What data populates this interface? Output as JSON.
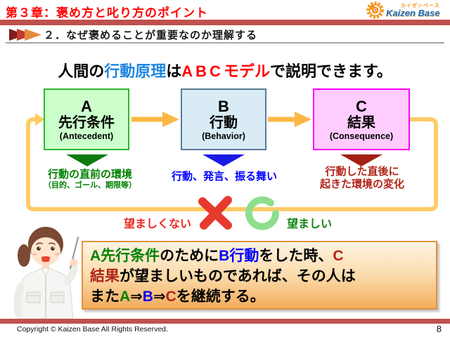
{
  "slide": {
    "header": {
      "chapter_title": "第３章：褒め方と叱り方のポイント",
      "section_title": "２．なぜ褒めることが重要なのか理解する",
      "bar_color": "#C0504D",
      "logo": {
        "kana": "カイゼンベース",
        "name": "Kaizen Base"
      }
    },
    "main_title_segments": [
      {
        "text": "人間の",
        "color": "#000000"
      },
      {
        "text": "行動原理",
        "color": "#1E86E0"
      },
      {
        "text": "は",
        "color": "#000000"
      },
      {
        "text": "ABC",
        "color": "#FF0000",
        "spacing": "4px"
      },
      {
        "text": "モデル",
        "color": "#FF0000"
      },
      {
        "text": "で説明できます。",
        "color": "#000000"
      }
    ],
    "diagram": {
      "loop_color": "#FFCC66",
      "arrow_color": "#FBB843",
      "boxes": [
        {
          "letter": "A",
          "label": "先行条件",
          "english": "(Antecedent)",
          "fill": "#CCFFCC",
          "border": "#2DB82D"
        },
        {
          "letter": "B",
          "label": "行動",
          "english": "(Behavior)",
          "fill": "#D9ECF5",
          "border": "#5B7B95"
        },
        {
          "letter": "C",
          "label": "結果",
          "english": "(Consequence)",
          "fill": "#FFCCFF",
          "border": "#FF00FF"
        }
      ],
      "notes": [
        {
          "line1": "行動の直前の環境",
          "line2": "（目的、ゴール、期限等）",
          "color": "#008000",
          "triangle": "#0E7C0E"
        },
        {
          "line1": "行動、発言、振る舞い",
          "color": "#0000FF",
          "triangle": "#1A1AE6"
        },
        {
          "line1": "行動した直後に",
          "line2": "起きた環境の変化",
          "color": "#B02418",
          "triangle": "#A51F14"
        }
      ],
      "undesirable_label": "望ましくない",
      "undesirable_color": "#E8281E",
      "desirable_label": "望ましい",
      "desirable_color": "#128412",
      "cross_color": "#E8392E",
      "circle_color": "#8FDE8F"
    },
    "summary_segments": [
      {
        "text": "A先行条件",
        "color": "#008000"
      },
      {
        "text": "のために",
        "color": "#000000"
      },
      {
        "text": "B行動",
        "color": "#0000FF"
      },
      {
        "text": "をした時、",
        "color": "#000000"
      },
      {
        "text": "C",
        "color": "#B02418",
        "br": true
      },
      {
        "text": "結果",
        "color": "#B02418"
      },
      {
        "text": "が望ましいものであれば、その人は",
        "color": "#000000",
        "br": true
      },
      {
        "text": "また",
        "color": "#000000"
      },
      {
        "text": "A",
        "color": "#008000"
      },
      {
        "text": "⇒",
        "color": "#000000"
      },
      {
        "text": "B",
        "color": "#0000FF"
      },
      {
        "text": "⇒",
        "color": "#000000"
      },
      {
        "text": "C",
        "color": "#B02418"
      },
      {
        "text": "を継続する。",
        "color": "#000000"
      }
    ],
    "footer": {
      "copyright": "Copyright ©  Kaizen Base  All Rights Reserved.",
      "page_number": "8",
      "bar_color": "#C0504D"
    }
  }
}
